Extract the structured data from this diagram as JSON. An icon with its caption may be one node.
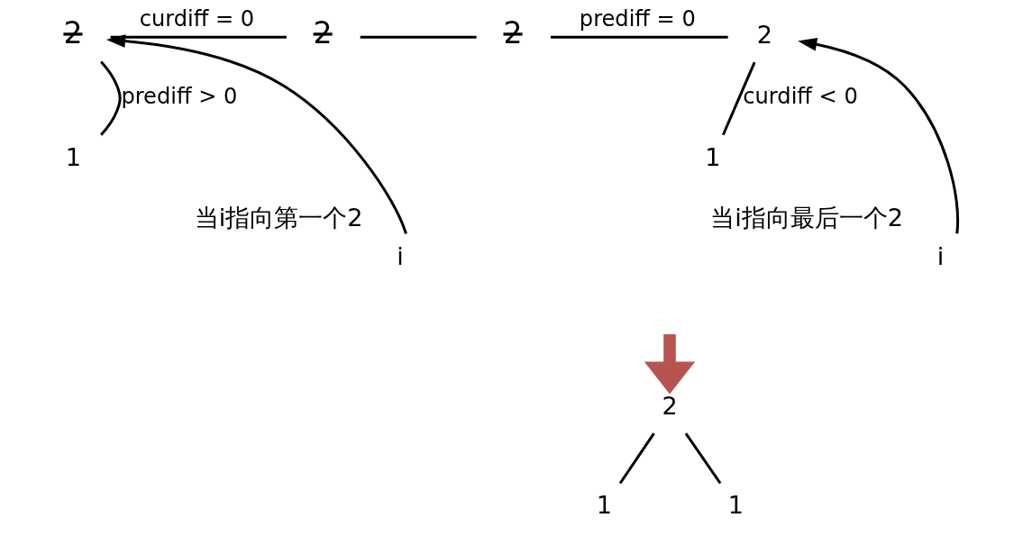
{
  "diagram": {
    "nodes": [
      {
        "text": [
          "1"
        ]
      },
      {
        "text": [
          "2"
        ]
      },
      {
        "text": [
          "2"
        ]
      },
      {
        "text": [
          "2"
        ]
      },
      {
        "text": [
          "2"
        ]
      },
      {
        "text": [
          "1"
        ]
      },
      {
        "text": [
          "i"
        ],
        "beside": [
          "当i指向第一个2"
        ]
      },
      {
        "text": [
          "i"
        ],
        "beside": [
          "当i指向最后一个2"
        ]
      },
      {
        "text": [
          "2"
        ]
      },
      {
        "text": [
          "1"
        ]
      },
      {
        "text": [
          "1"
        ]
      }
    ],
    "edges": [
      {
        "from": 0,
        "to": 1,
        "arrow": "none",
        "label": "prediff > 0"
      },
      {
        "from": 1,
        "to": 2,
        "arrow": "none",
        "label": "curdiff = 0"
      },
      {
        "from": 2,
        "to": 3,
        "arrow": "none"
      },
      {
        "from": 3,
        "to": 4,
        "arrow": "none",
        "label": "prediff = 0"
      },
      {
        "from": 4,
        "to": 5,
        "arrow": "none",
        "label": "curdiff < 0"
      },
      {
        "from": 6,
        "to": 1,
        "arrow": "to"
      },
      {
        "from": 7,
        "to": 4,
        "arrow": "to"
      },
      {
        "from": null,
        "to": 8,
        "arrow": "to",
        "style": "thick",
        "color": "#b85450"
      },
      {
        "from": 8,
        "to": 9,
        "arrow": "none"
      },
      {
        "from": 8,
        "to": 10,
        "arrow": "none"
      }
    ]
  }
}
